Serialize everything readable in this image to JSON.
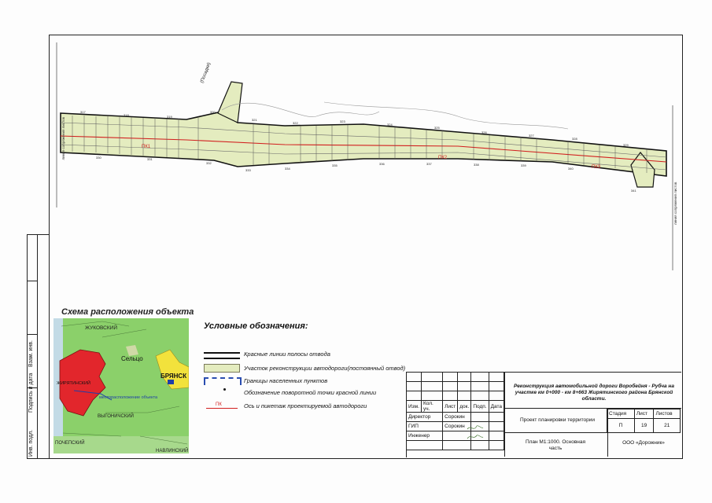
{
  "scheme": {
    "title": "Схема расположения объекта",
    "labels": {
      "zhukovsky": "ЖУКОВСКИЙ",
      "selco": "Сельцо",
      "bryansk": "БРЯНСК",
      "zhiryatinsky": "ЖИРЯТИНСКИЙ",
      "location": "месторасположение объекта",
      "vygonichsky": "ВЫГОНИЧСКИЙ",
      "pochepsky": "ПОЧЕПСКИЙ",
      "navlinsky": "НАВЛИНСКИЙ"
    }
  },
  "legend": {
    "title": "Условные обозначения:",
    "items": [
      "Красные линии полосы отвода",
      "Участок реконструкции автодороги(постоянный отвод)",
      "Границы населенных пунктов",
      "Обозначение поворотной точки красной линии",
      "Ось и пикетаж проектируемой автодороги"
    ],
    "pk_sample": "ПК"
  },
  "plan": {
    "side_text_left": "линия сопряжения листов",
    "side_text_right": "линия сопряжения листов",
    "road_sign": "(Посадки)",
    "pk_labels": [
      "ПК1",
      "ПК2",
      "ПК3"
    ],
    "point_numbers": [
      "317",
      "318",
      "319",
      "320",
      "321",
      "322",
      "323",
      "324",
      "325",
      "326",
      "327",
      "328",
      "329",
      "330",
      "331",
      "332",
      "333",
      "334",
      "335",
      "336",
      "337",
      "338",
      "339",
      "340",
      "341"
    ]
  },
  "stamp": {
    "title": "Реконструкция автомобильной дороги Воробейня - Рубча на участке км 0+000 - км 8+663 Жирятинского района Брянской области.",
    "headers": [
      "Изм.",
      "Кол. уч.",
      "Лист",
      "док.",
      "Подп.",
      "Дата"
    ],
    "people": [
      {
        "role": "Директор",
        "name": "Сорокин"
      },
      {
        "role": "ГИП",
        "name": "Сорокин"
      },
      {
        "role": "Инженер",
        "name": ""
      }
    ],
    "project": "Проект планировки территории",
    "stage_label": "Стадия",
    "sheet_label": "Лист",
    "sheets_label": "Листов",
    "stage": "П",
    "sheet": "19",
    "sheets": "21",
    "plan_title": "План М1:1000. Основная часть",
    "org": "ООО «Дорожник»"
  },
  "strip": {
    "labels": [
      "Инв. подл.",
      "Подпись и дата",
      "Взам. инв."
    ]
  }
}
